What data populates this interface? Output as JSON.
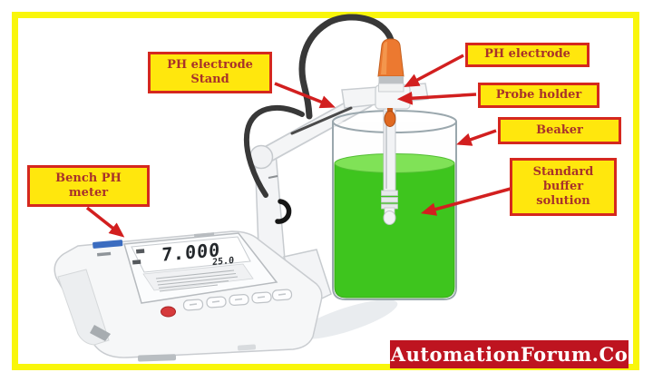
{
  "frame": {
    "border_color": "#F9F60B"
  },
  "colors": {
    "label_bg": "#FFE70D",
    "label_border": "#D5281E",
    "label_text": "#A8322A",
    "arrow": "#D21F1F",
    "banner_bg": "#BE1420",
    "banner_text": "#FFFFFF",
    "solution": "#3EC51E",
    "solution_surface": "#80E257",
    "electrode_cap": "#EC7930",
    "cable": "#383838"
  },
  "labels": {
    "stand": {
      "line1": "PH electrode",
      "line2": "Stand"
    },
    "electrode": {
      "text": "PH electrode"
    },
    "probe_holder": {
      "text": "Probe holder"
    },
    "beaker": {
      "text": "Beaker"
    },
    "buffer": {
      "line1": "Standard",
      "line2": "buffer",
      "line3": "solution"
    },
    "bench": {
      "line1": "Bench PH",
      "line2": "meter"
    }
  },
  "meter": {
    "reading": "7.000",
    "temperature": "25.0"
  },
  "banner": {
    "text": "AutomationForum.Co"
  }
}
